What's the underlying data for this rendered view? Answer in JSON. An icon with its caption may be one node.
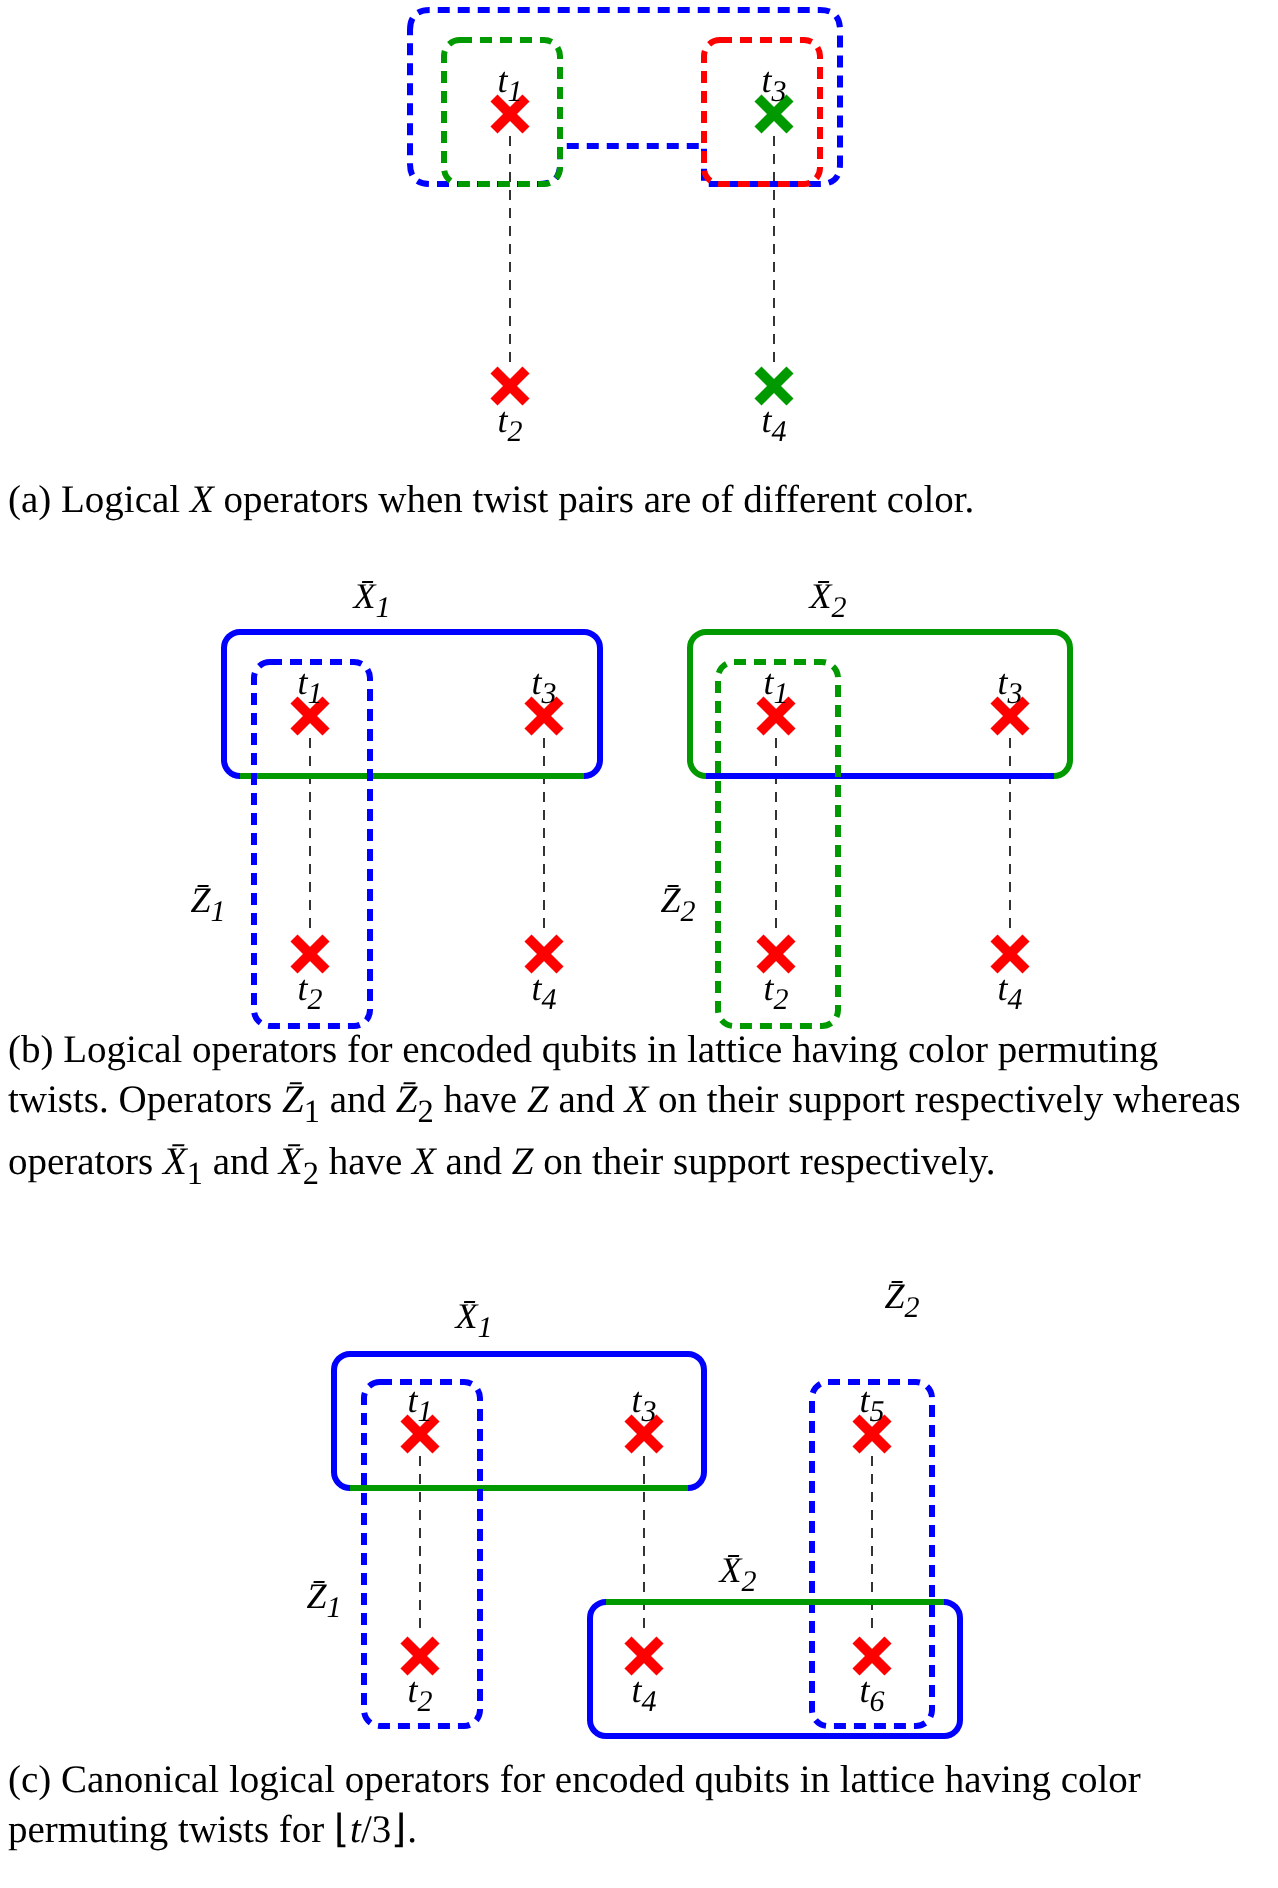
{
  "diagram": {
    "nodes": [
      {
        "text": [],
        "shape": "box"
      },
      {
        "text": [],
        "shape": "box",
        "in": 0
      },
      {
        "text": [],
        "shape": "box",
        "in": 0
      },
      {
        "text": [
          "t$_{1}$"
        ],
        "in": 1
      },
      {
        "text": [
          "t$_{3}$"
        ],
        "in": 2
      },
      {
        "text": [
          "t$_{2}$"
        ]
      },
      {
        "text": [
          "t$_{4}$"
        ]
      },
      {
        "text": [
          "X̄$_{1}$"
        ]
      },
      {
        "text": [
          "Z̄$_{1}$"
        ]
      },
      {
        "text": [
          "t$_{1}$"
        ]
      },
      {
        "text": [
          "t$_{3}$"
        ],
        "in": 7
      },
      {
        "text": [
          "t$_{2}$"
        ],
        "in": 8
      },
      {
        "text": [
          "t$_{4}$"
        ]
      },
      {
        "text": [
          "X̄$_{2}$"
        ]
      },
      {
        "text": [
          "Z̄$_{2}$"
        ]
      },
      {
        "text": [
          "t$_{1}$"
        ]
      },
      {
        "text": [
          "t$_{3}$"
        ],
        "in": 13
      },
      {
        "text": [
          "t$_{2}$"
        ],
        "in": 14
      },
      {
        "text": [
          "t$_{4}$"
        ]
      },
      {
        "text": [
          "X̄$_{1}$"
        ]
      },
      {
        "text": [
          "Z̄$_{1}$"
        ]
      },
      {
        "text": [
          "Z̄$_{2}$"
        ]
      },
      {
        "text": [
          "X̄$_{2}$"
        ]
      },
      {
        "text": [
          "t$_{1}$"
        ]
      },
      {
        "text": [
          "t$_{3}$"
        ],
        "in": 19
      },
      {
        "text": [
          "t$_{5}$"
        ],
        "in": 21
      },
      {
        "text": [
          "t$_{2}$"
        ],
        "in": 20
      },
      {
        "text": [
          "t$_{4}$"
        ],
        "in": 22
      },
      {
        "text": [
          "t$_{6}$"
        ]
      }
    ],
    "edges": [
      {
        "from": 3,
        "to": 5,
        "arrow": "none",
        "style": "dashed"
      },
      {
        "from": 4,
        "to": 6,
        "arrow": "none",
        "style": "dashed"
      },
      {
        "from": 9,
        "to": 11,
        "arrow": "none",
        "style": "dashed"
      },
      {
        "from": 10,
        "to": 12,
        "arrow": "none",
        "style": "dashed"
      },
      {
        "from": 15,
        "to": 17,
        "arrow": "none",
        "style": "dashed"
      },
      {
        "from": 16,
        "to": 18,
        "arrow": "none",
        "style": "dashed"
      },
      {
        "from": 23,
        "to": 26,
        "arrow": "none",
        "style": "dashed"
      },
      {
        "from": 24,
        "to": 27,
        "arrow": "none",
        "style": "dashed"
      },
      {
        "from": 25,
        "to": 28,
        "arrow": "none",
        "style": "dashed"
      }
    ],
    "labels": [
      "(a) Logical *X* operators when twist pairs are of different color.",
      "(b) Logical operators for encoded qubits in lattice having color permuting twists. Operators *Z̄*$_{1}$ and *Z̄*$_{2}$ have *Z* and *X* on their support respectively whereas operators *X̄*$_{1}$ and *X̄*$_{2}$ have *X* and *Z* on their support respectively.",
      "(c) Canonical logical operators for encoded qubits in lattice having color permuting twists for ⌊*t*/3⌋."
    ]
  }
}
